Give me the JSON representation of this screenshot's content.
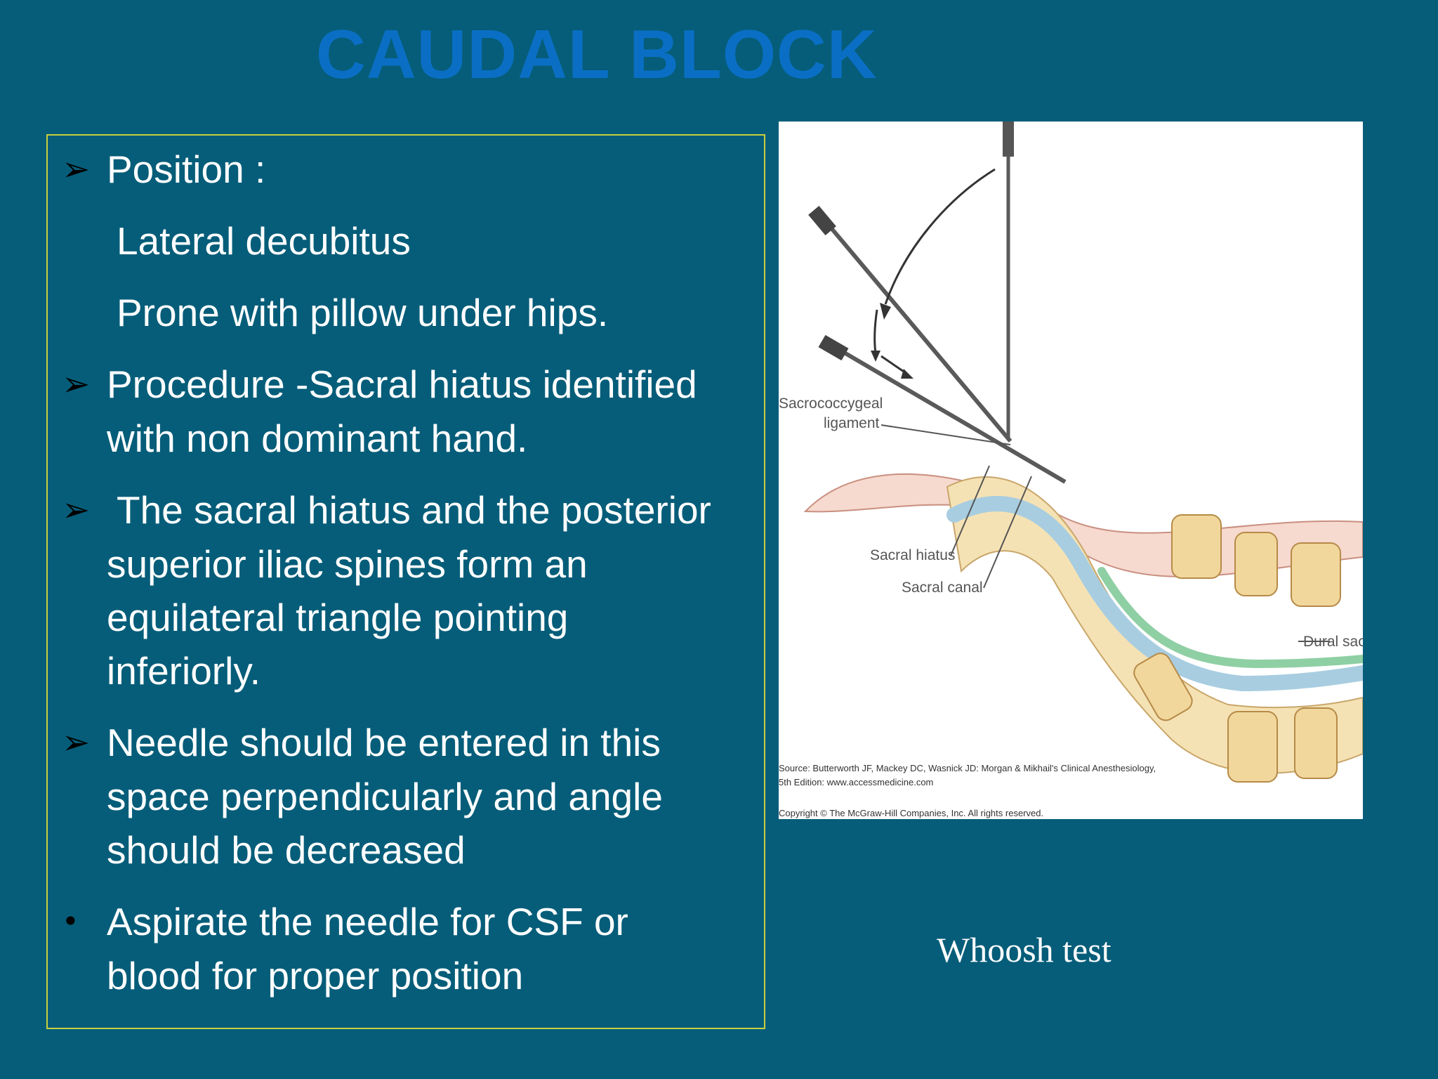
{
  "slide": {
    "title": "CAUDAL BLOCK",
    "caption": "Whoosh test",
    "bullets": [
      {
        "marker": "arrow",
        "lines": [
          "Position :"
        ]
      },
      {
        "marker": "none",
        "lines": [
          "Lateral decubitus"
        ]
      },
      {
        "marker": "none",
        "lines": [
          "Prone with pillow under hips."
        ]
      },
      {
        "marker": "arrow",
        "lines": [
          "Procedure -Sacral hiatus identified",
          "with non dominant hand."
        ]
      },
      {
        "marker": "arrow",
        "lines": [
          "The sacral hiatus and the posterior",
          "superior iliac spines form an",
          "equilateral triangle pointing",
          "inferiorly."
        ]
      },
      {
        "marker": "arrow",
        "lines": [
          "Needle should be entered in this",
          "space perpendicularly and angle",
          "should be decreased"
        ]
      },
      {
        "marker": "dot",
        "lines": [
          "Aspirate the needle for CSF or",
          "blood for proper position"
        ]
      }
    ]
  },
  "figure": {
    "labels": {
      "sacrococcygeal_1": "Sacrococcygeal",
      "sacrococcygeal_2": "ligament",
      "sacral_hiatus": "Sacral hiatus",
      "sacral_canal": "Sacral canal",
      "dural_sac": "Dural sac"
    },
    "source_line_1": "Source: Butterworth JF, Mackey DC, Wasnick JD: Morgan & Mikhail's Clinical Anesthesiology,",
    "source_line_2": "5th Edition: www.accessmedicine.com",
    "copyright": "Copyright © The McGraw-Hill Companies, Inc. All rights reserved."
  },
  "colors": {
    "background": "#065d79",
    "title": "#0a6fc4",
    "text": "#ffffff",
    "box_border": "#c9cf3d",
    "bullet": "#000000"
  }
}
